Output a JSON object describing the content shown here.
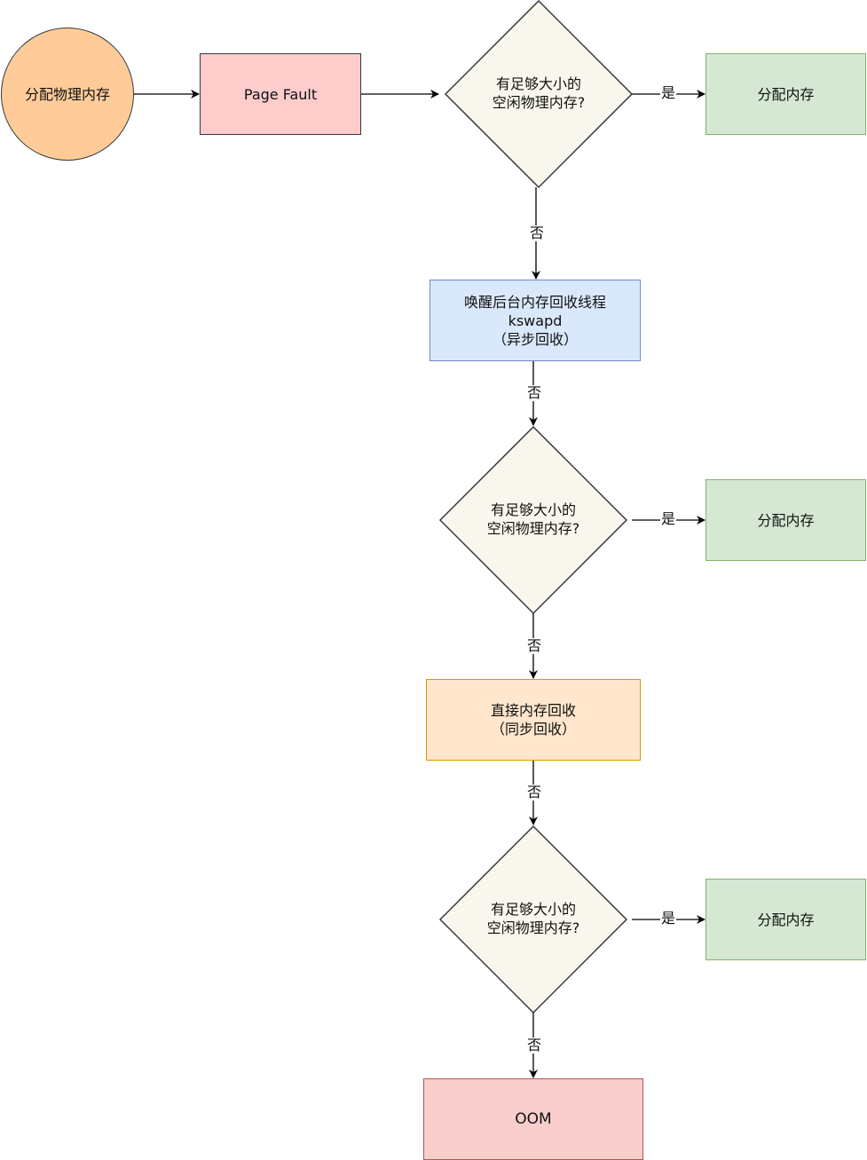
{
  "nodes": {
    "start": "分配物理内存",
    "page_fault": "Page Fault",
    "decision_1": "有足够大小的\n空闲物理内存?",
    "alloc_1": "分配内存",
    "kswapd": "唤醒后台内存回收线程\nkswapd\n（异步回收）",
    "decision_2": "有足够大小的\n空闲物理内存?",
    "alloc_2": "分配内存",
    "direct_reclaim": "直接内存回收\n（同步回收）",
    "decision_3": "有足够大小的\n空闲物理内存?",
    "alloc_3": "分配内存",
    "oom": "OOM"
  },
  "edge_labels": {
    "d1_yes": "是",
    "d1_no": "否",
    "kswapd_no": "否",
    "d2_yes": "是",
    "d2_no": "否",
    "direct_no": "否",
    "d3_yes": "是",
    "d3_no": "否"
  },
  "colors": {
    "start_fill": "#ffcc99",
    "page_fault_fill": "#ffcccc",
    "decision_fill": "#f9f7ed",
    "alloc_fill": "#d5e8d4",
    "kswapd_fill": "#dae8fc",
    "direct_fill": "#ffe6cc",
    "oom_fill": "#f8cecc"
  }
}
